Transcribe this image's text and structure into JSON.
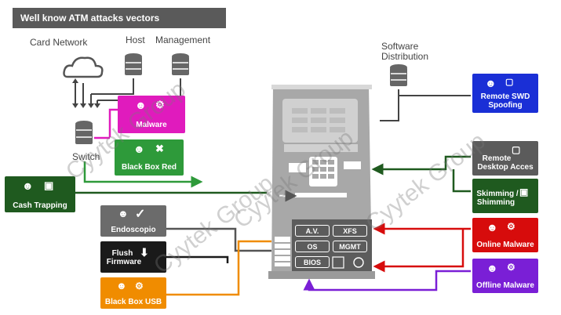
{
  "title": "Well know ATM attacks vectors",
  "labels": {
    "card_network": "Card Network",
    "host": "Host",
    "management": "Management",
    "switch": "Switch",
    "software_distribution": "Software Distribution"
  },
  "left_vectors": {
    "malware": "Malware",
    "black_box_red": "Black Box Red",
    "cash_trapping": "Cash Trapping",
    "endoscopio": "Endoscopio",
    "flush_firmware_1": "Flush",
    "flush_firmware_2": "Firmware",
    "black_box_usb": "Black Box USB"
  },
  "right_vectors": {
    "remote_swd_1": "Remote SWD",
    "remote_swd_2": "Spoofing",
    "remote_desktop_1": "Remote",
    "remote_desktop_2": "Desktop Acces",
    "skimming_1": "Skimming /",
    "skimming_2": "Shimming",
    "online_malware": "Online Malware",
    "offline_malware": "Offline Malware"
  },
  "atm_panel": {
    "av": "A.V.",
    "xfs": "XFS",
    "os": "OS",
    "mgmt": "MGMT",
    "bios": "BIOS"
  },
  "watermarks": [
    "Cyytek Group",
    "Cyytek Group",
    "Cyytek Group",
    "Cyytek Group"
  ],
  "colors": {
    "title_bg": "#5a5a5a",
    "magenta": "#e01bbd",
    "green": "#2e9a3a",
    "dark_green": "#1f5a1f",
    "gray": "#6b6b6b",
    "black": "#1a1a1a",
    "orange": "#f08c00",
    "blue": "#1a2fd6",
    "red": "#d70c0c",
    "purple": "#7a1fd6",
    "atm": "#a8a8a8"
  }
}
